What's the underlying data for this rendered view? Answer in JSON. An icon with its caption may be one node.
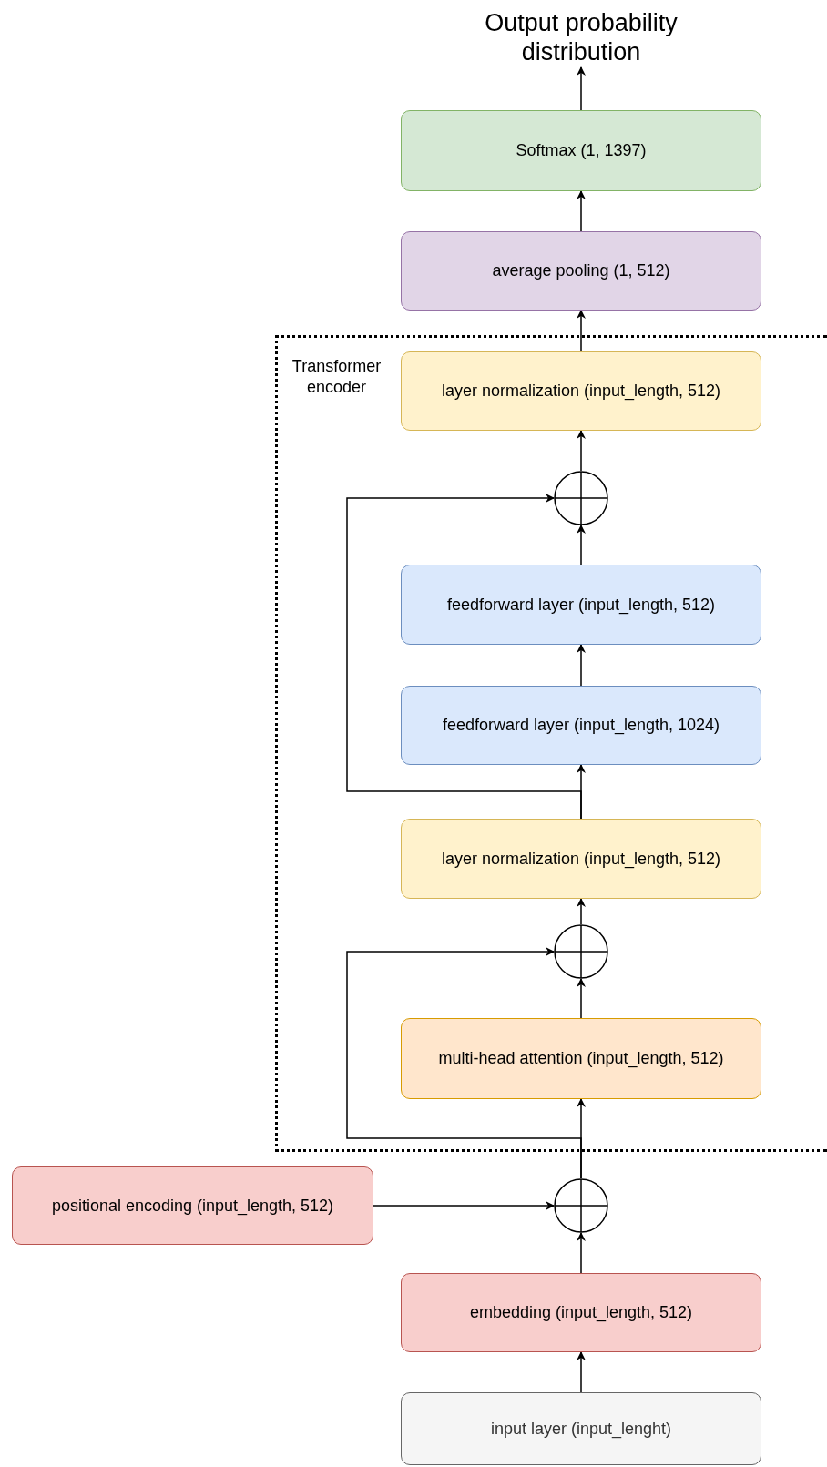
{
  "diagram": {
    "nodes": [
      {
        "text": [
          "Output probability distribution"
        ]
      },
      {
        "text": [
          "Softmax (1, 1397)"
        ]
      },
      {
        "text": [
          "average pooling (1, 512)"
        ]
      },
      {
        "text": [
          "Transformer encoder"
        ]
      },
      {
        "text": [
          "layer normalization (input_length, 512)"
        ],
        "in": 3
      },
      {
        "text": [],
        "shape": "circle",
        "in": 3
      },
      {
        "text": [
          "feedforward layer (input_length, 512)"
        ],
        "in": 3
      },
      {
        "text": [
          "feedforward layer (input_length, 1024)"
        ],
        "in": 3
      },
      {
        "text": [
          "layer normalization (input_length, 512)"
        ],
        "in": 3
      },
      {
        "text": [],
        "shape": "circle",
        "in": 3
      },
      {
        "text": [
          "multi-head attention (input_length, 512)"
        ],
        "in": 3
      },
      {
        "text": [
          "positional encoding (input_length, 512)"
        ]
      },
      {
        "text": [],
        "shape": "circle"
      },
      {
        "text": [
          "embedding (input_length, 512)"
        ]
      },
      {
        "text": [
          "input layer (input_lenght)"
        ]
      }
    ],
    "edges": [
      {
        "from": 14,
        "to": 13,
        "arrow": "to"
      },
      {
        "from": 13,
        "to": 12,
        "arrow": "to"
      },
      {
        "from": 11,
        "to": 12,
        "arrow": "to"
      },
      {
        "from": 12,
        "to": 10,
        "arrow": "to"
      },
      {
        "from": 12,
        "to": 9,
        "arrow": "to"
      },
      {
        "from": 10,
        "to": 9,
        "arrow": "to"
      },
      {
        "from": 9,
        "to": 8,
        "arrow": "to"
      },
      {
        "from": 8,
        "to": 7,
        "arrow": "to"
      },
      {
        "from": 8,
        "to": 5,
        "arrow": "to"
      },
      {
        "from": 7,
        "to": 6,
        "arrow": "to"
      },
      {
        "from": 6,
        "to": 5,
        "arrow": "to"
      },
      {
        "from": 5,
        "to": 4,
        "arrow": "to"
      },
      {
        "from": 4,
        "to": 2,
        "arrow": "to"
      },
      {
        "from": 2,
        "to": 1,
        "arrow": "to"
      },
      {
        "from": 1,
        "to": 0,
        "arrow": "to"
      }
    ]
  }
}
